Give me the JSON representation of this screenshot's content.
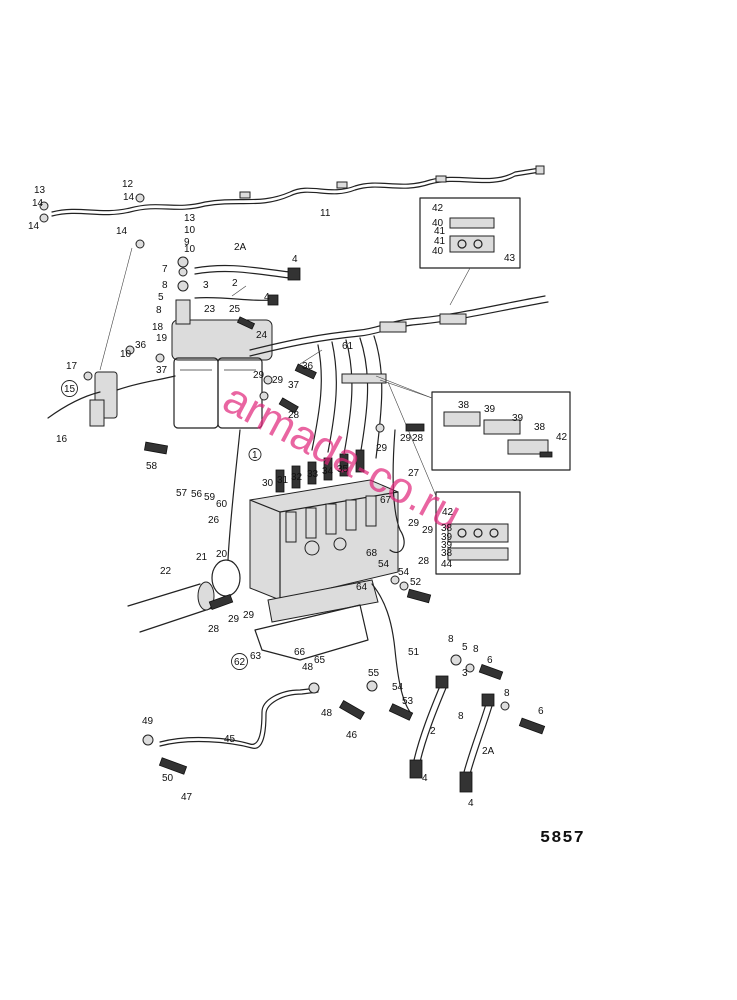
{
  "diagram": {
    "plate_number": "5857",
    "watermark": "armada-co.ru",
    "labels": [
      {
        "text": "13"
      },
      {
        "text": "14"
      },
      {
        "text": "14"
      },
      {
        "text": "12"
      },
      {
        "text": "14"
      },
      {
        "text": "11"
      },
      {
        "text": "14"
      },
      {
        "text": "13"
      },
      {
        "text": "10"
      },
      {
        "text": "9"
      },
      {
        "text": "10"
      },
      {
        "text": "2A"
      },
      {
        "text": "4"
      },
      {
        "text": "7"
      },
      {
        "text": "8"
      },
      {
        "text": "3"
      },
      {
        "text": "2"
      },
      {
        "text": "5"
      },
      {
        "text": "23"
      },
      {
        "text": "8"
      },
      {
        "text": "25"
      },
      {
        "text": "4"
      },
      {
        "text": "18"
      },
      {
        "text": "24"
      },
      {
        "text": "19"
      },
      {
        "text": "36"
      },
      {
        "text": "17"
      },
      {
        "text": "10"
      },
      {
        "text": "37"
      },
      {
        "text": "15"
      },
      {
        "text": "16"
      },
      {
        "text": "61"
      },
      {
        "text": "36"
      },
      {
        "text": "29"
      },
      {
        "text": "29"
      },
      {
        "text": "37"
      },
      {
        "text": "28"
      },
      {
        "text": "42"
      },
      {
        "text": "40"
      },
      {
        "text": "41"
      },
      {
        "text": "41"
      },
      {
        "text": "40"
      },
      {
        "text": "43"
      },
      {
        "text": "38"
      },
      {
        "text": "39"
      },
      {
        "text": "39"
      },
      {
        "text": "38"
      },
      {
        "text": "42"
      },
      {
        "text": "29"
      },
      {
        "text": "29"
      },
      {
        "text": "28"
      },
      {
        "text": "27"
      },
      {
        "text": "58"
      },
      {
        "text": "1"
      },
      {
        "text": "30"
      },
      {
        "text": "31"
      },
      {
        "text": "32"
      },
      {
        "text": "33"
      },
      {
        "text": "34"
      },
      {
        "text": "35"
      },
      {
        "text": "57"
      },
      {
        "text": "56"
      },
      {
        "text": "59"
      },
      {
        "text": "60"
      },
      {
        "text": "67"
      },
      {
        "text": "26"
      },
      {
        "text": "42"
      },
      {
        "text": "38"
      },
      {
        "text": "29"
      },
      {
        "text": "39"
      },
      {
        "text": "39"
      },
      {
        "text": "29"
      },
      {
        "text": "38"
      },
      {
        "text": "68"
      },
      {
        "text": "28"
      },
      {
        "text": "44"
      },
      {
        "text": "21"
      },
      {
        "text": "20"
      },
      {
        "text": "22"
      },
      {
        "text": "54"
      },
      {
        "text": "54"
      },
      {
        "text": "64"
      },
      {
        "text": "52"
      },
      {
        "text": "28"
      },
      {
        "text": "29"
      },
      {
        "text": "29"
      },
      {
        "text": "8"
      },
      {
        "text": "5"
      },
      {
        "text": "8"
      },
      {
        "text": "51"
      },
      {
        "text": "3"
      },
      {
        "text": "6"
      },
      {
        "text": "62"
      },
      {
        "text": "63"
      },
      {
        "text": "66"
      },
      {
        "text": "65"
      },
      {
        "text": "48"
      },
      {
        "text": "55"
      },
      {
        "text": "8"
      },
      {
        "text": "54"
      },
      {
        "text": "8"
      },
      {
        "text": "53"
      },
      {
        "text": "6"
      },
      {
        "text": "48"
      },
      {
        "text": "46"
      },
      {
        "text": "2"
      },
      {
        "text": "2A"
      },
      {
        "text": "49"
      },
      {
        "text": "45"
      },
      {
        "text": "50"
      },
      {
        "text": "47"
      },
      {
        "text": "4"
      },
      {
        "text": "4"
      }
    ]
  }
}
